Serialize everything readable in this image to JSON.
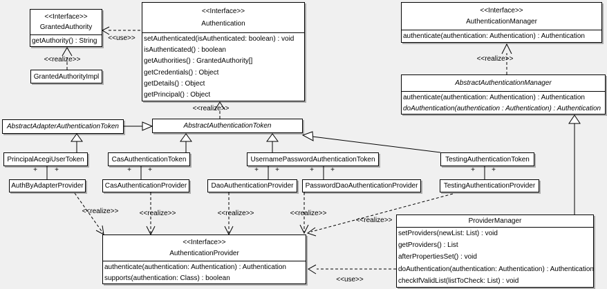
{
  "diagram": {
    "type": "uml-class-diagram",
    "colors": {
      "background": "#f0f0f0",
      "box_fill": "#ffffff",
      "line": "#000000",
      "shadow": "#ababab"
    }
  },
  "labels": {
    "use": "<<use>>",
    "realize": "<<realize>>",
    "plus": "+"
  },
  "classes": {
    "granted_authority": {
      "stereotype": "<<Interface>>",
      "name": "GrantedAuthority",
      "methods": [
        "getAuthority() : String"
      ]
    },
    "granted_authority_impl": {
      "name": "GrantedAuthorityImpl"
    },
    "authentication": {
      "stereotype": "<<Interface>>",
      "name": "Authentication",
      "methods": [
        "setAuthenticated(isAuthenticated: boolean) : void",
        "isAuthenticated() : boolean",
        "getAuthorities() : GrantedAuthority[]",
        "getCredentials() : Object",
        "getDetails() : Object",
        "getPrincipal() : Object"
      ]
    },
    "authentication_manager": {
      "stereotype": "<<Interface>>",
      "name": "AuthenticationManager",
      "methods": [
        "authenticate(authentication: Authentication) : Authentication"
      ]
    },
    "abstract_authentication_manager": {
      "name": "AbstractAuthenticationManager",
      "methods": [
        "authenticate(authentication: Authentication) : Authentication",
        "doAuthentication(authentication : Authentication) : Authentication"
      ]
    },
    "abstract_adapter_authentication_token": {
      "name": "AbstractAdapterAuthenticationToken"
    },
    "abstract_authentication_token": {
      "name": "AbstractAuthenticationToken"
    },
    "principal_acegi_user_token": {
      "name": "PrincipalAcegiUserToken"
    },
    "cas_authentication_token": {
      "name": "CasAuthenticationToken"
    },
    "username_password_authentication_token": {
      "name": "UsernamePasswordAuthenticationToken"
    },
    "testing_authentication_token": {
      "name": "TestingAuthenticationToken"
    },
    "auth_by_adapter_provider": {
      "name": "AuthByAdapterProvider"
    },
    "cas_authentication_provider": {
      "name": "CasAuthenticationProvider"
    },
    "dao_authentication_provider": {
      "name": "DaoAuthenticationProvider"
    },
    "password_dao_authentication_provider": {
      "name": "PasswordDaoAuthenticationProvider"
    },
    "testing_authentication_provider": {
      "name": "TestingAuthenticationProvider"
    },
    "authentication_provider": {
      "stereotype": "<<Interface>>",
      "name": "AuthenticationProvider",
      "methods": [
        "authenticate(authentication: Authentication) : Authentication",
        "supports(authentication: Class) : boolean"
      ]
    },
    "provider_manager": {
      "name": "ProviderManager",
      "methods": [
        "setProviders(newList: List) : void",
        "getProviders() : List",
        "afterPropertiesSet() : void",
        "doAuthentication(authentication: Authentication) : Authentication",
        "checkIfValidList(listToCheck: List) : void"
      ]
    }
  }
}
